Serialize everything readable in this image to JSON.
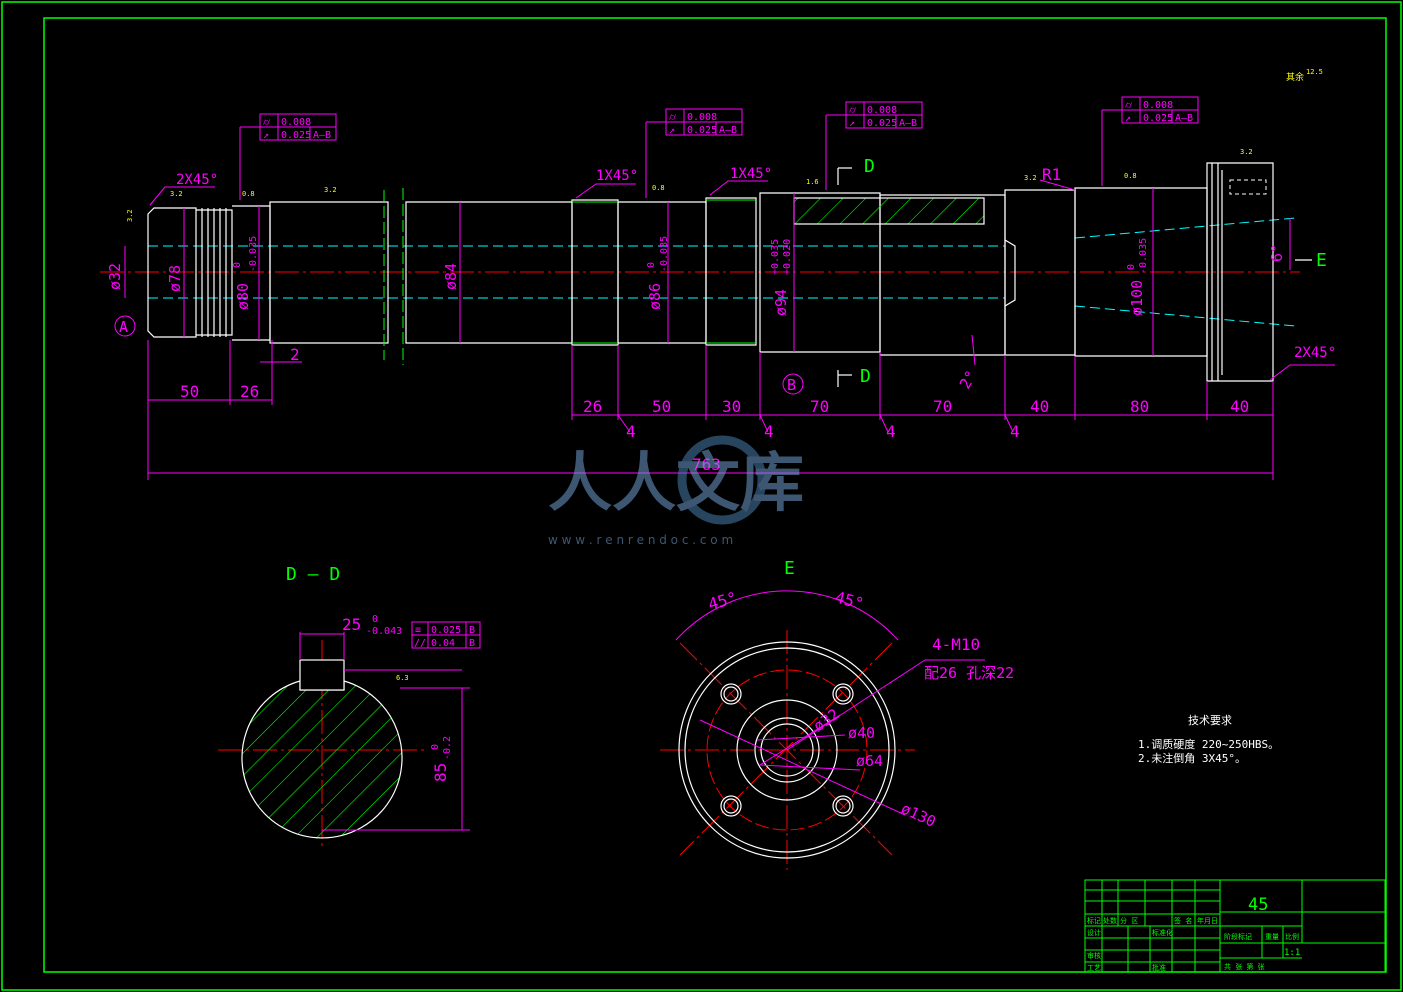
{
  "drawing": {
    "material": "45",
    "views": {
      "section": "D — D",
      "end_view": "E",
      "section_mark": "D",
      "view_mark": "E"
    },
    "datums": [
      "A",
      "B"
    ],
    "tolerances": [
      {
        "runout": "0.008",
        "position": "0.025",
        "ref": "A–B"
      },
      {
        "runout": "0.008",
        "position": "0.025",
        "ref": "A–B"
      },
      {
        "runout": "0.008",
        "position": "0.025",
        "ref": "A–B"
      },
      {
        "runout": "0.008",
        "position": "0.025",
        "ref": "A–B"
      }
    ],
    "key_tolerances": [
      {
        "sym": "≡",
        "value": "0.025",
        "ref": "B"
      },
      {
        "sym": "//",
        "value": "0.04",
        "ref": "B"
      }
    ],
    "chamfers": {
      "left": "2X45°",
      "a": "1X45°",
      "b": "1X45°",
      "right": "2X45°"
    },
    "diameters": {
      "d32": "ø32",
      "d78": "ø78",
      "d80": "ø80",
      "d80_tol_top": "0",
      "d80_tol_bot": "-0.035",
      "d84": "ø84",
      "d86": "ø86",
      "d86_tol_top": "0",
      "d86_tol_bot": "-0.035",
      "d94": "ø94",
      "d94_tol_top": "+0.035",
      "d94_tol_bot": "+0.020",
      "d100": "ø100",
      "d100_tol_top": "0",
      "d100_tol_bot": "-0.035"
    },
    "lengths": [
      "50",
      "26",
      "2",
      "26",
      "50",
      "30",
      "70",
      "70",
      "40",
      "80",
      "40"
    ],
    "small_marks": [
      "4",
      "4",
      "4",
      "4"
    ],
    "overall": "763",
    "radius": "R1",
    "angle_taper": "6°",
    "angle_2": "2°",
    "surface_marks": [
      "3.2",
      "3.2",
      "0.8",
      "3.2",
      "0.8",
      "1.6",
      "3.2",
      "0.8",
      "3.2",
      "12.5"
    ],
    "other_mark": "其余",
    "section_dims": {
      "key_width": "25",
      "key_tol_top": "0",
      "key_tol_bot": "-0.043",
      "depth": "85",
      "depth_tol_top": "0",
      "depth_tol_bot": "-0.2",
      "rough": "6.3"
    },
    "end_dims": {
      "angle_l": "45°",
      "angle_r": "45°",
      "thread": "4-M10",
      "thread_note": "配26 孔深22",
      "d32": "ø32",
      "d40": "ø40",
      "d64": "ø64",
      "d130": "ø130"
    },
    "requirements": {
      "title": "技术要求",
      "line1": "1.调质硬度 220~250HBS。",
      "line2": "2.未注倒角 3X45°。"
    },
    "title_block": {
      "mark": "标记",
      "count": "处数",
      "zone": "分  区",
      "sign": "签  名",
      "date": "年月日",
      "design": "设计",
      "standard": "标准化",
      "stage": "阶段标记",
      "weight": "重量",
      "scale": "比例",
      "scale_value": "1:1",
      "review": "审核",
      "process": "工艺",
      "approve": "批准",
      "sheets": "共  张    第  张"
    },
    "watermark": {
      "text": "人人文库",
      "url": "w w w . r e n r e n d o c . c o m"
    }
  },
  "colors": {
    "border": "#00ff00",
    "outline": "#ffffff",
    "dim": "#ff00ff",
    "center": "#ff0000",
    "text_green": "#00ff00",
    "hatch": "#00ff00",
    "hidden": "#00ffff",
    "mark": "#ffff00"
  }
}
